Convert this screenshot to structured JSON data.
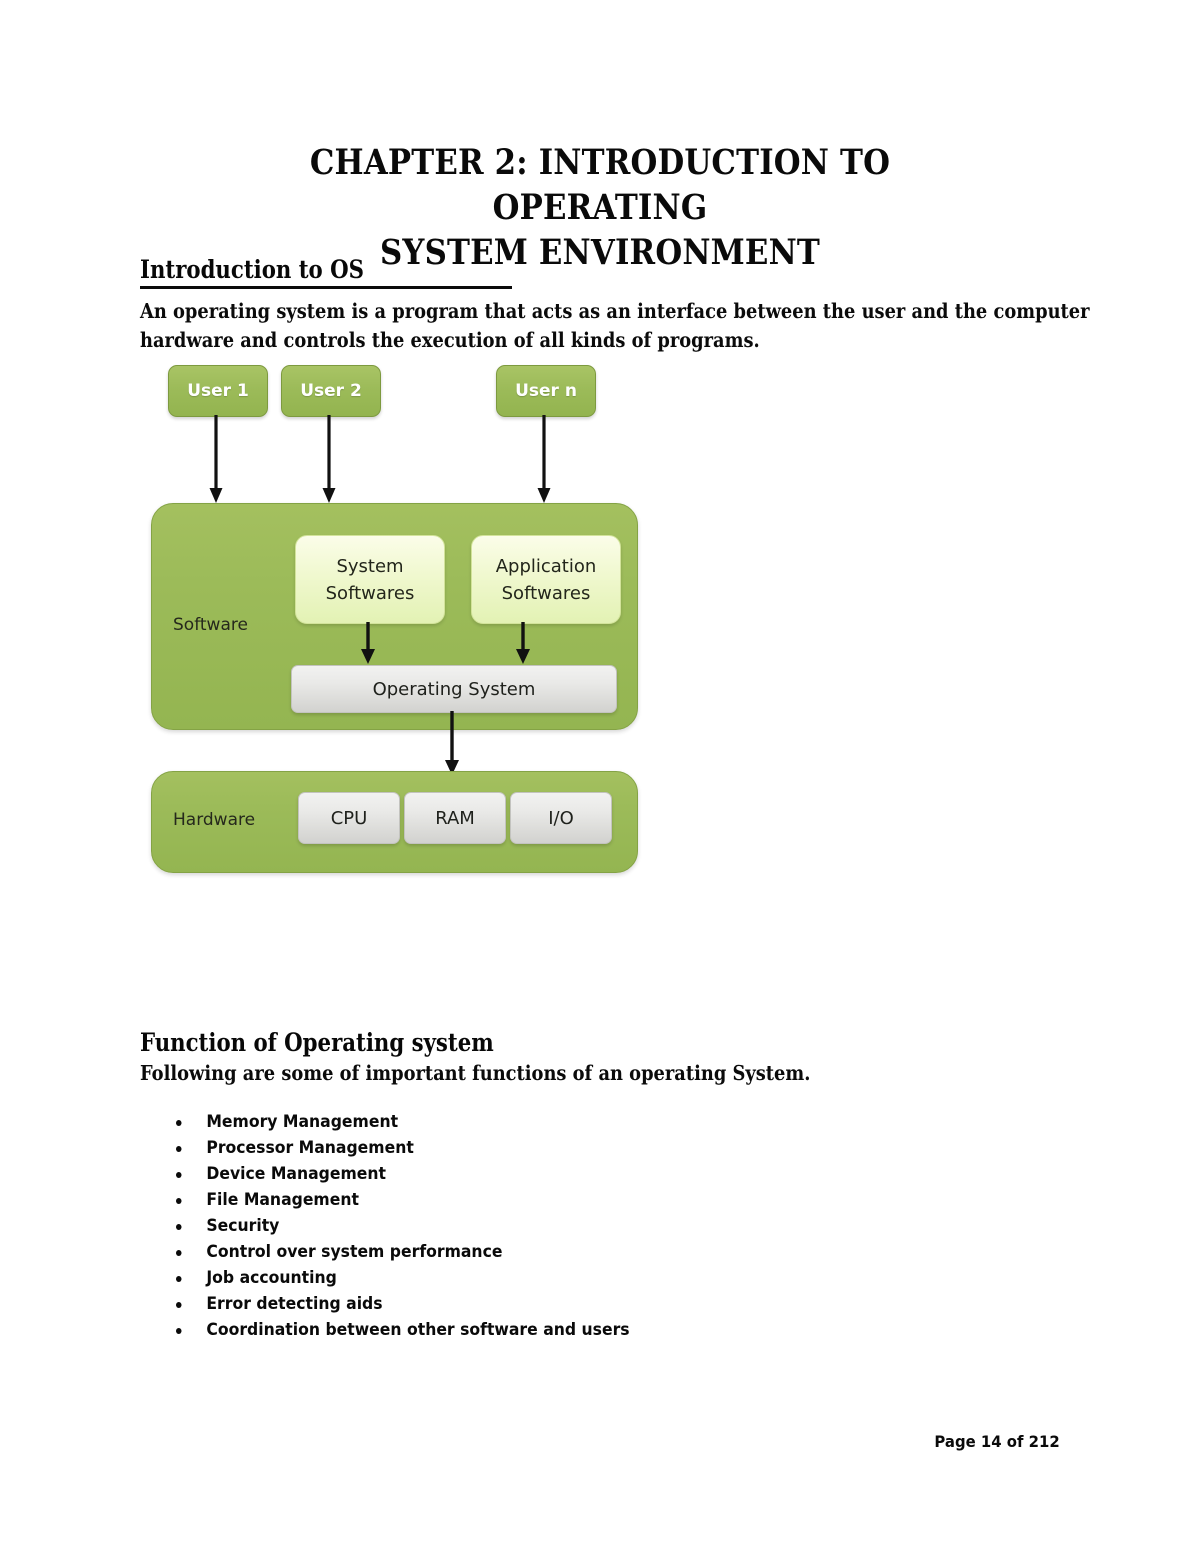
{
  "document": {
    "title": "CHAPTER 2: INTRODUCTION TO OPERATING SYSTEM ENVIRONMENT",
    "title_line_1": "CHAPTER 2: INTRODUCTION TO OPERATING",
    "title_line_2": "SYSTEM ENVIRONMENT",
    "footer": "Page 14 of 212",
    "page_number": 14,
    "total_pages": 212
  },
  "sections": {
    "intro": {
      "heading": "Introduction to OS",
      "paragraph_line_1": "An operating system is a program that acts as an interface between the user and the computer",
      "paragraph_line_2": "hardware and controls the execution of all kinds of programs."
    },
    "functions": {
      "heading": "Function of Operating system",
      "paragraph": "Following are some of important functions of an operating System.",
      "items": [
        "Memory Management",
        "Processor Management",
        "Device Management",
        "File Management",
        "Security",
        "Control over system performance",
        "Job accounting",
        "Error detecting aids",
        "Coordination between other software and users"
      ]
    }
  },
  "diagram": {
    "users": [
      {
        "label": "User 1"
      },
      {
        "label": "User 2"
      },
      {
        "label": "User n"
      }
    ],
    "software_layer": {
      "label": "Software",
      "boxes": [
        {
          "line1": "System",
          "line2": "Softwares"
        },
        {
          "line1": "Application",
          "line2": "Softwares"
        }
      ],
      "os_box": "Operating System"
    },
    "hardware_layer": {
      "label": "Hardware",
      "components": [
        {
          "label": "CPU"
        },
        {
          "label": "RAM"
        },
        {
          "label": "I/O"
        }
      ]
    },
    "colors": {
      "panel_green": "#9cbb59",
      "panel_border": "#84a345",
      "soft_box": "#edf6cd",
      "gray_box": "#e4e4e2",
      "arrow": "#111111",
      "user_text": "#ffffff"
    }
  }
}
